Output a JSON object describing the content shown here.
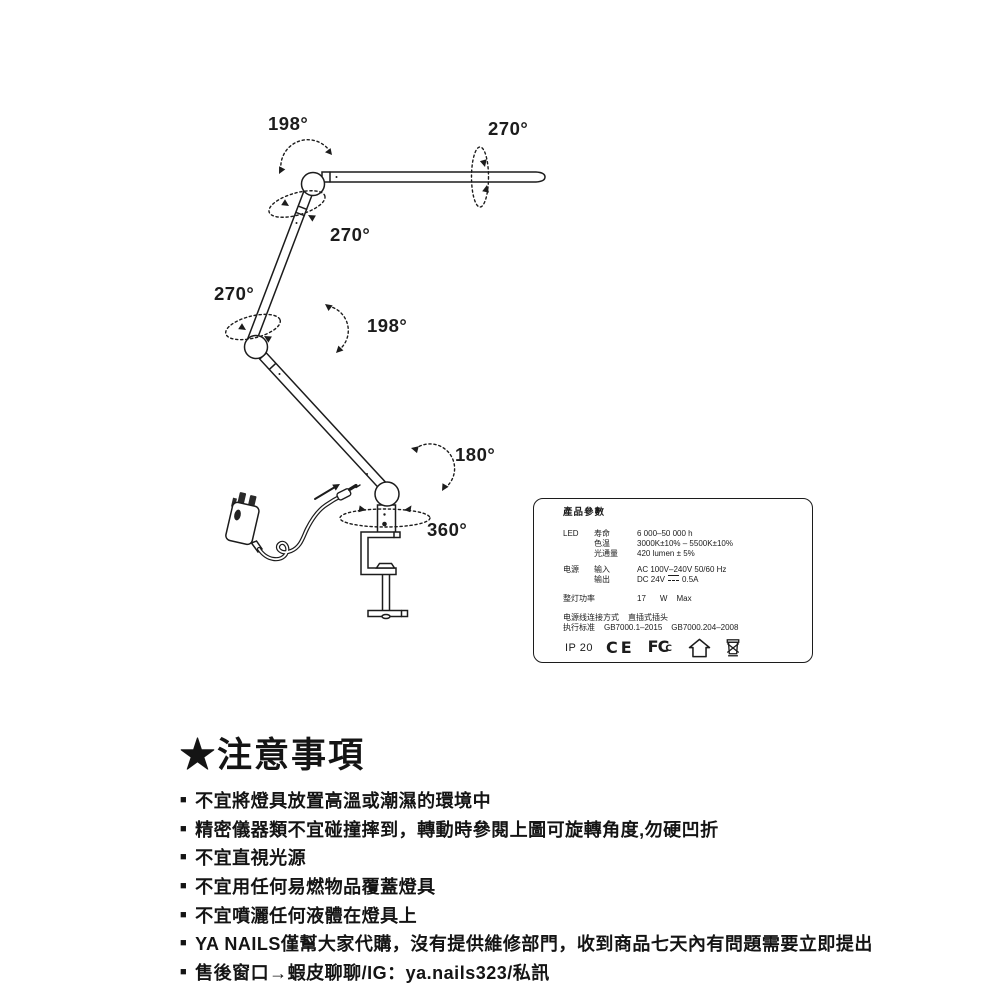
{
  "page": {
    "background": "#ffffff",
    "ink": "#1c1c1c"
  },
  "diagram": {
    "angles": {
      "head_joint_swing": "198°",
      "head_bar_rotate": "270°",
      "upper_arm_rotate": "270°",
      "mid_arm_rotate": "270°",
      "mid_joint_swing": "198°",
      "base_joint_swing": "180°",
      "base_rotate": "360°"
    }
  },
  "spec_label": {
    "title": "產品參數",
    "led_group": "LED",
    "led_life_label": "寿命",
    "led_life_value": "6 000–50 000 h",
    "led_cct_label": "色温",
    "led_cct_value": "3000K±10% – 5500K±10%",
    "led_flux_label": "光通量",
    "led_flux_value": "420 lumen ± 5%",
    "power_group": "电源",
    "power_in_label": "输入",
    "power_in_value": "AC 100V–240V  50/60 Hz",
    "power_out_label": "输出",
    "power_out_dc": "DC 24V",
    "power_out_amp": "0.5A",
    "wattage_label": "整灯功率",
    "wattage_value": "17",
    "wattage_unit": "W",
    "wattage_max": "Max",
    "connect_label": "电源线连接方式",
    "connect_value": "直插式插头",
    "standard_label": "执行标准",
    "standard_value_1": "GB7000.1–2015",
    "standard_value_2": "GB7000.204–2008",
    "ip_rating": "IP 20",
    "ce_mark": "CE",
    "fcc_f": "F",
    "fcc_c": "C"
  },
  "notes": {
    "title": "★注意事項",
    "bullet": "■",
    "items": [
      "不宜將燈具放置高溫或潮濕的環境中",
      "精密儀器類不宜碰撞摔到，轉動時參閱上圖可旋轉角度,勿硬凹折",
      "不宜直視光源",
      "不宜用任何易燃物品覆蓋燈具",
      "不宜噴灑任何液體在燈具上",
      "YA NAILS僅幫大家代購，沒有提供維修部門，收到商品七天內有問題需要立即提出",
      "售後窗口→蝦皮聊聊/IG：ya.nails323/私訊"
    ]
  }
}
